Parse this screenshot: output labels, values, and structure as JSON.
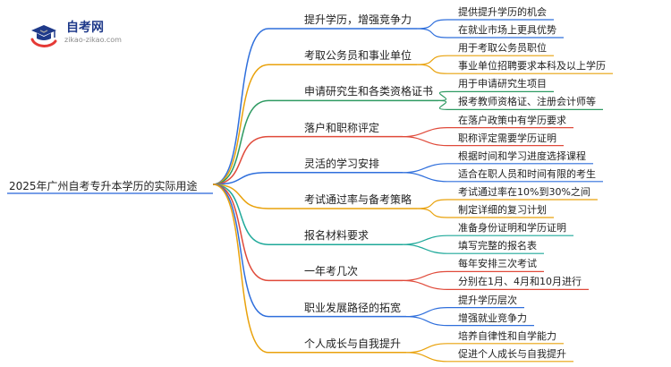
{
  "logo": {
    "title": "自考网",
    "url": "zikao-zikao.com",
    "icon": "graduation-cap-icon",
    "colors": {
      "cap": "#1f3a8a",
      "swoosh": "#e53935",
      "chevron": "#9e9e9e"
    }
  },
  "root": {
    "label": "2025年广州自考专升本学历的实际用途"
  },
  "branches": [
    {
      "label": "提升学历，增强竞争力",
      "color": "#2f6fdc",
      "children": [
        "提供提升学历的机会",
        "在就业市场上更具优势"
      ]
    },
    {
      "label": "考取公务员和事业单位",
      "color": "#e9a20c",
      "children": [
        "用于考取公务员职位",
        "事业单位招聘要求本科及以上学历"
      ]
    },
    {
      "label": "申请研究生和各类资格证书",
      "color": "#2e9a62",
      "children": [
        "用于申请研究生项目",
        "报考教师资格证、注册会计师等"
      ]
    },
    {
      "label": "落户和职称评定",
      "color": "#e04a3a",
      "children": [
        "在落户政策中有学历要求",
        "职称评定需要学历证明"
      ]
    },
    {
      "label": "灵活的学习安排",
      "color": "#2f6fdc",
      "children": [
        "根据时间和学习进度选择课程",
        "适合在职人员和时间有限的考生"
      ]
    },
    {
      "label": "考试通过率与备考策略",
      "color": "#e9a20c",
      "children": [
        "考试通过率在10%到30%之间",
        "制定详细的复习计划"
      ]
    },
    {
      "label": "报名材料要求",
      "color": "#1fa99a",
      "children": [
        "准备身份证明和学历证明",
        "填写完整的报名表"
      ]
    },
    {
      "label": "一年考几次",
      "color": "#e04a3a",
      "children": [
        "每年安排三次考试",
        "分别在1月、4月和10月进行"
      ]
    },
    {
      "label": "职业发展路径的拓宽",
      "color": "#2f6fdc",
      "children": [
        "提升学历层次",
        "增强就业竞争力"
      ]
    },
    {
      "label": "个人成长与自我提升",
      "color": "#e9a20c",
      "children": [
        "培养自律性和自学能力",
        "促进个人成长与自我提升"
      ]
    }
  ]
}
